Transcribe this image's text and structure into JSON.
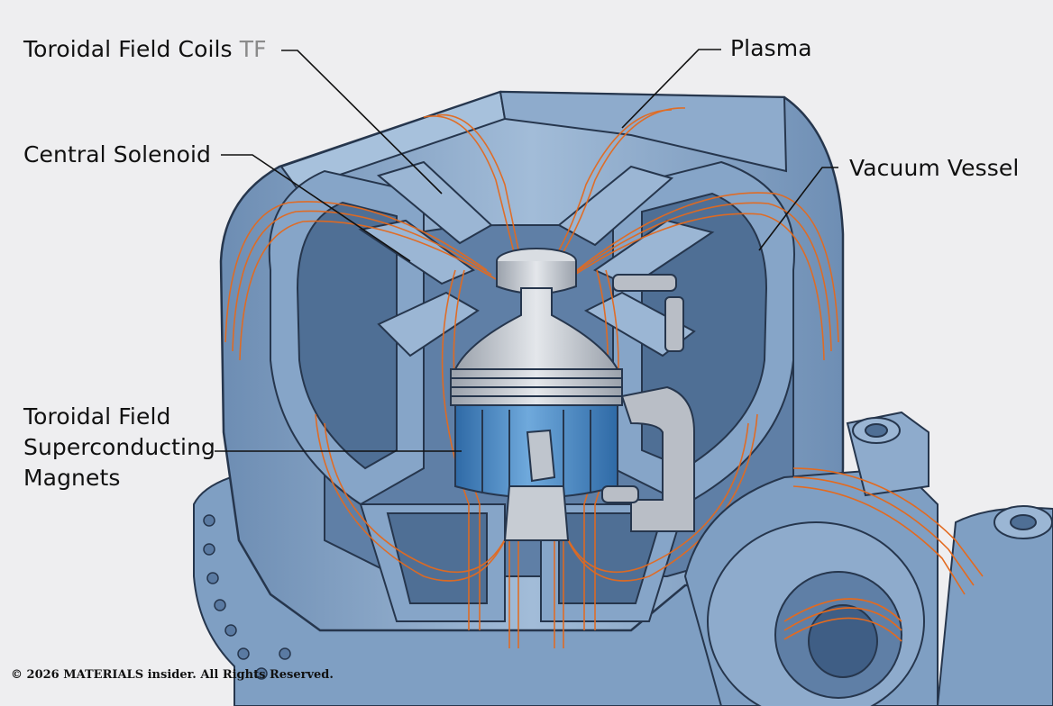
{
  "labels": {
    "tf_coils": {
      "text": "Toroidal Field Coils",
      "suffix": "TF"
    },
    "central_solenoid": "Central Solenoid",
    "tf_magnets": {
      "line1": "Toroidal Field",
      "line2": "Superconducting",
      "line3": "Magnets"
    },
    "plasma": "Plasma",
    "vacuum_vessel": "Vacuum Vessel"
  },
  "copyright": "© 2026 MATERIALS insider. All Rights Reserved.",
  "colors": {
    "background": "#eeeef0",
    "steel_blue": "#7f9fc3",
    "steel_blue_light": "#a7c1dc",
    "steel_blue_dark": "#4f6f95",
    "edge": "#26364d",
    "copper_wire": "#e36a1f",
    "solenoid_blue": "#4d8cc8",
    "silver": "#c7ccd3"
  },
  "icons": [
    "tokamak-cutaway-illustration"
  ]
}
